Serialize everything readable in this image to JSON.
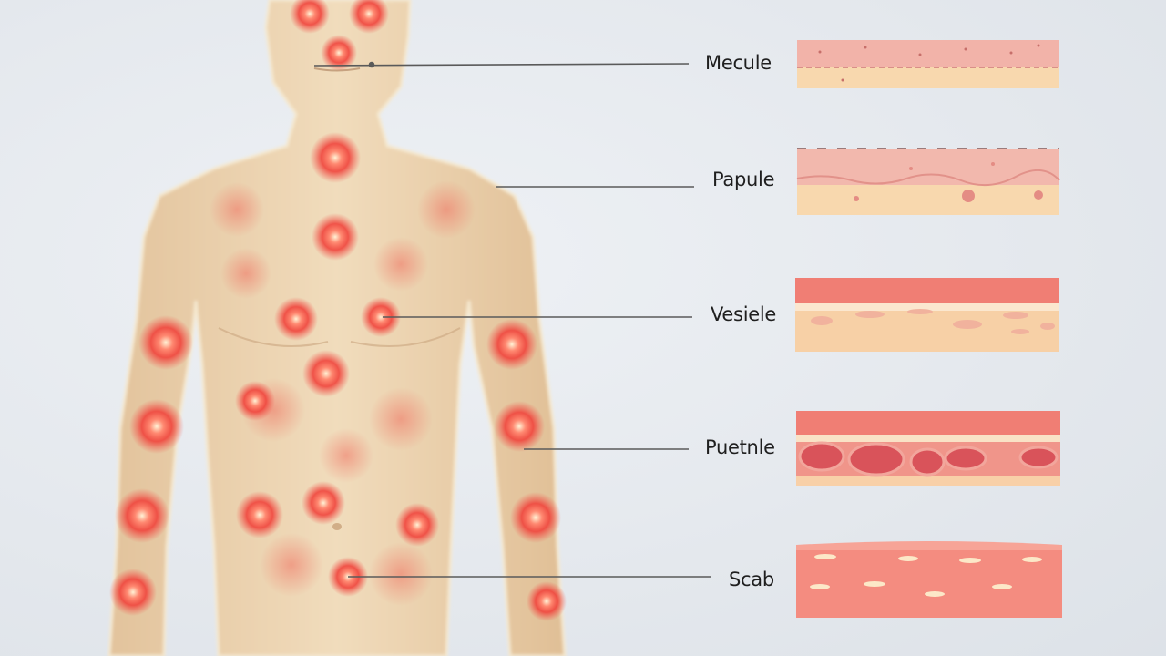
{
  "labels": {
    "macule": "Mecule",
    "papule": "Papule",
    "vesicle": "Vesiele",
    "pustule": "Puetnle",
    "scab": "Scab"
  },
  "colors": {
    "skin": "#e9cfa9",
    "lesion": "#f0524a",
    "epidermis_pink": "#f4b8ae",
    "dermis_peach": "#f9d9b0",
    "scab_red": "#f28a7e",
    "leader_line": "#5a5a5a"
  }
}
